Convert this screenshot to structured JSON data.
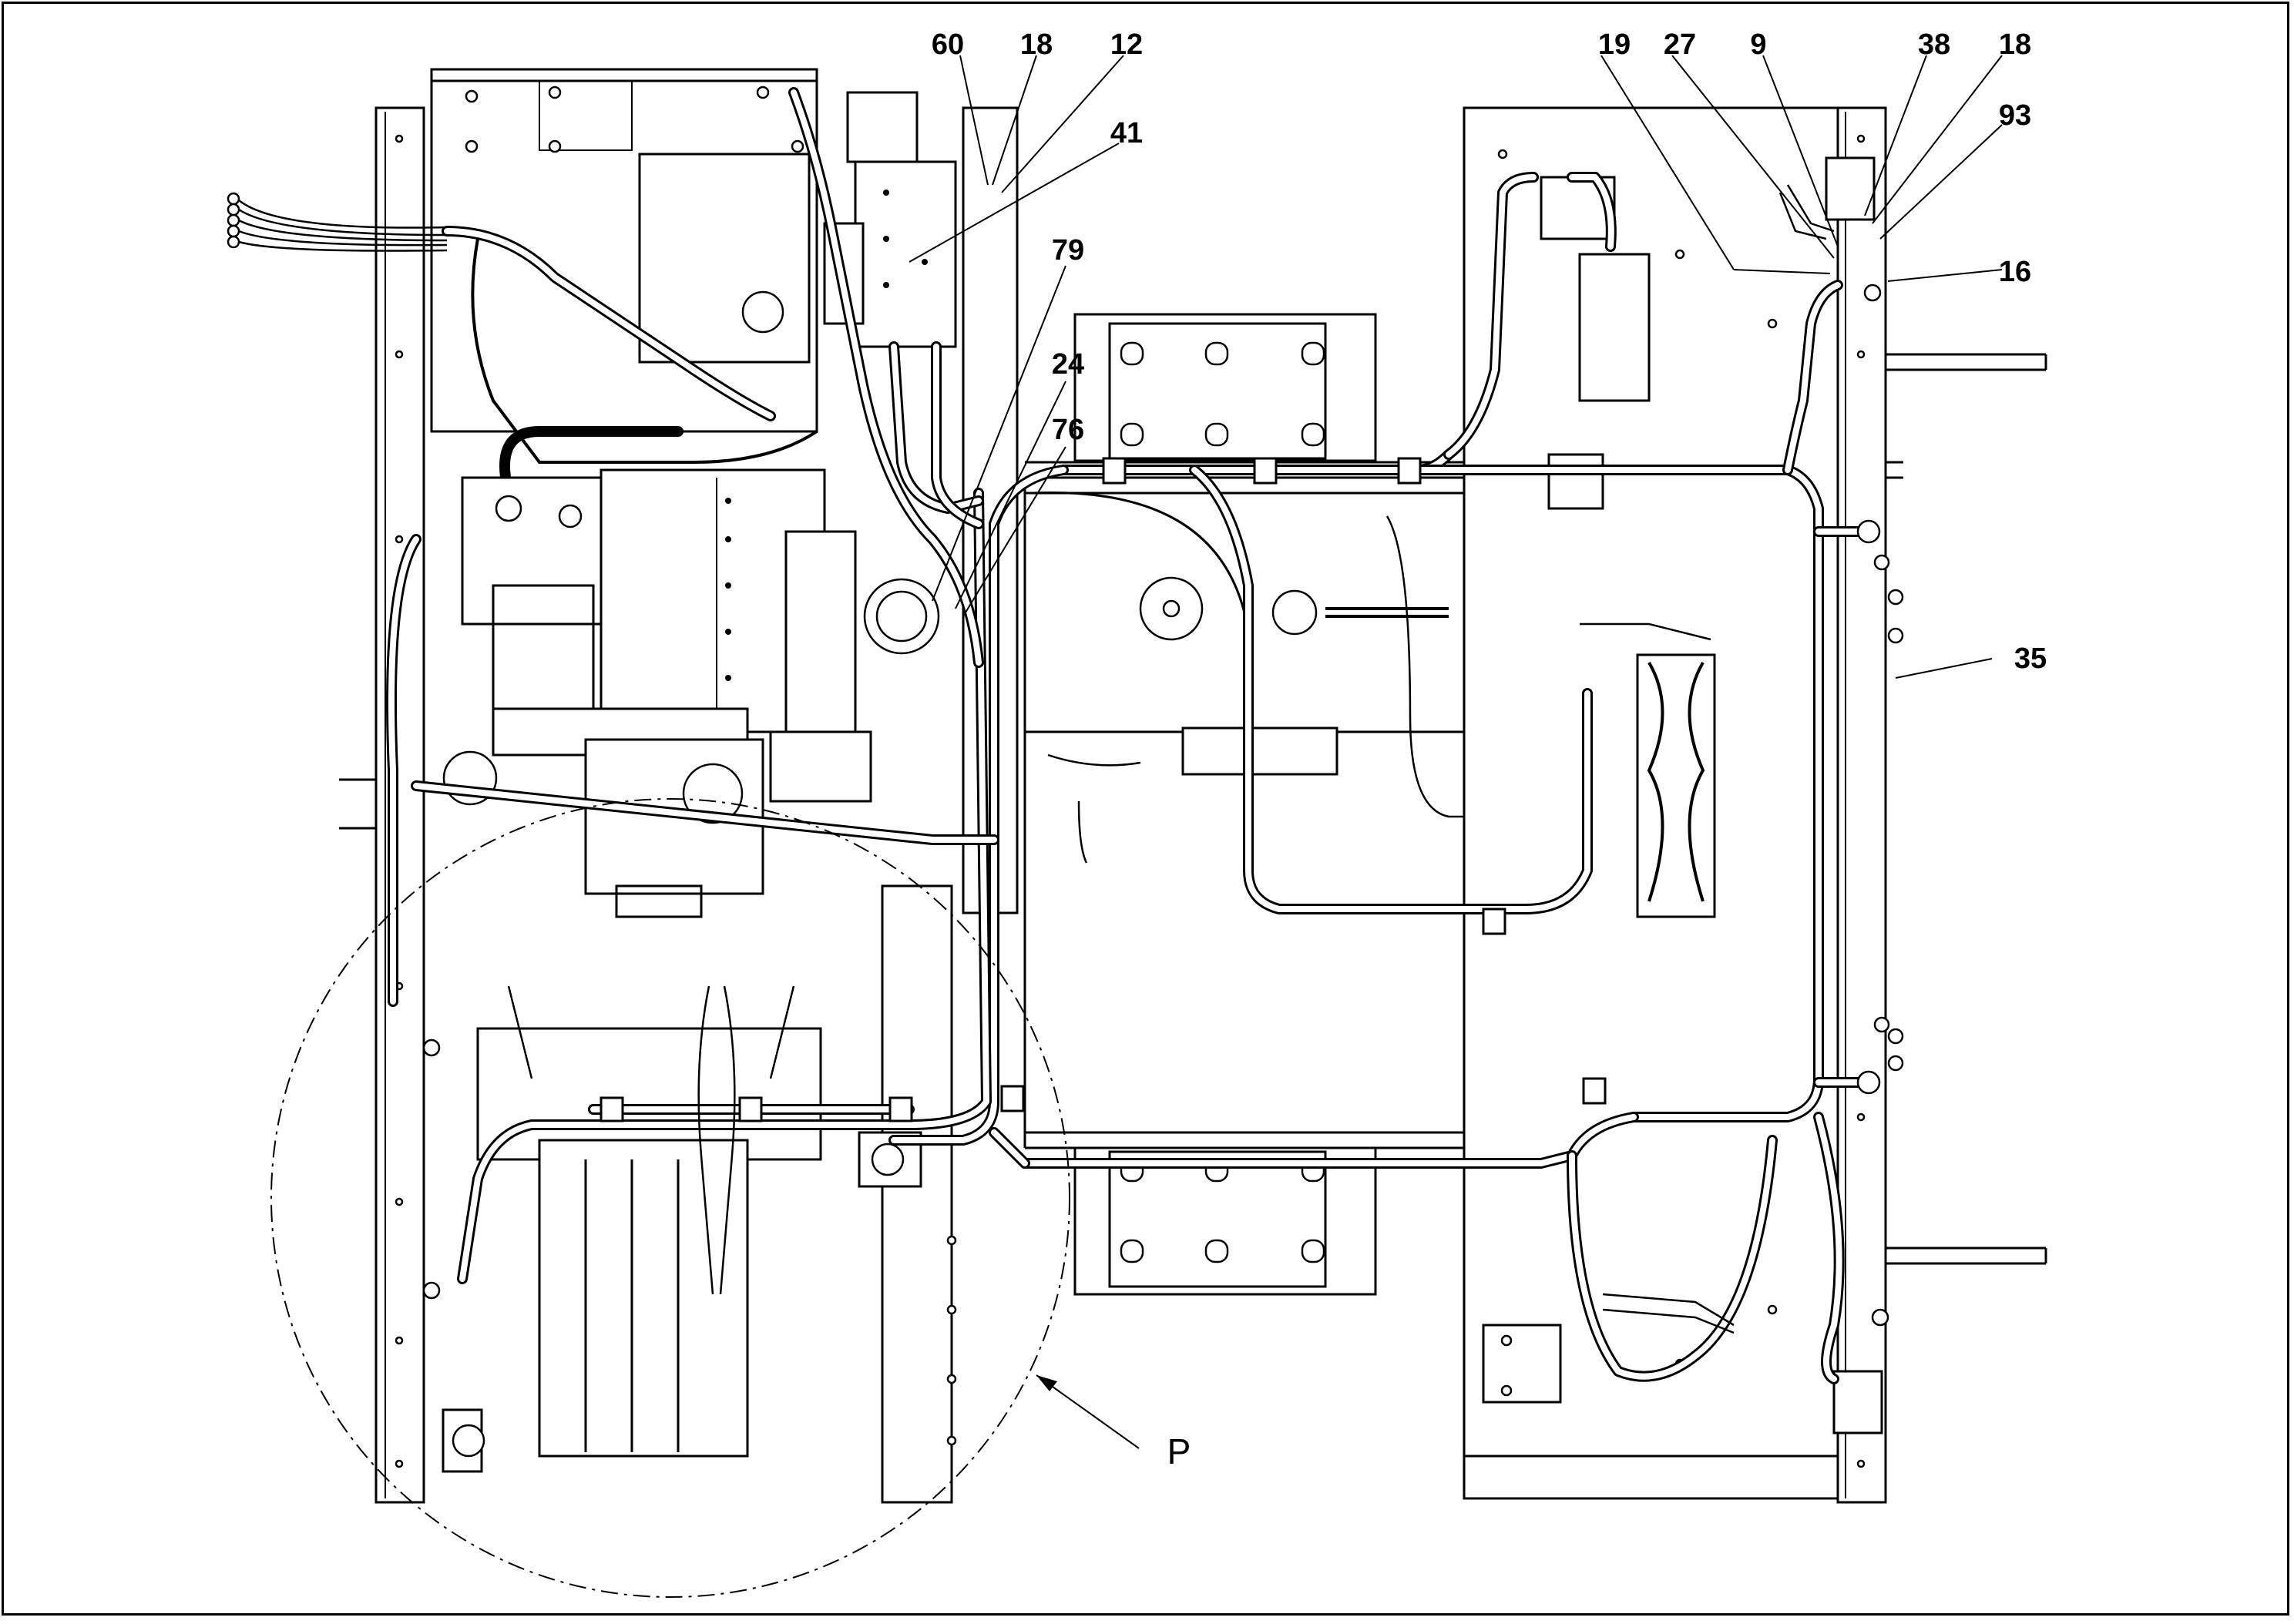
{
  "drawing": {
    "callouts": [
      {
        "id": "c60",
        "label": "60"
      },
      {
        "id": "c18a",
        "label": "18"
      },
      {
        "id": "c12",
        "label": "12"
      },
      {
        "id": "c41",
        "label": "41"
      },
      {
        "id": "c79",
        "label": "79"
      },
      {
        "id": "c24",
        "label": "24"
      },
      {
        "id": "c76",
        "label": "76"
      },
      {
        "id": "c19",
        "label": "19"
      },
      {
        "id": "c27",
        "label": "27"
      },
      {
        "id": "c9",
        "label": "9"
      },
      {
        "id": "c38",
        "label": "38"
      },
      {
        "id": "c18b",
        "label": "18"
      },
      {
        "id": "c93",
        "label": "93"
      },
      {
        "id": "c16",
        "label": "16"
      },
      {
        "id": "c35",
        "label": "35"
      }
    ],
    "detail_view": {
      "label": "P"
    }
  }
}
